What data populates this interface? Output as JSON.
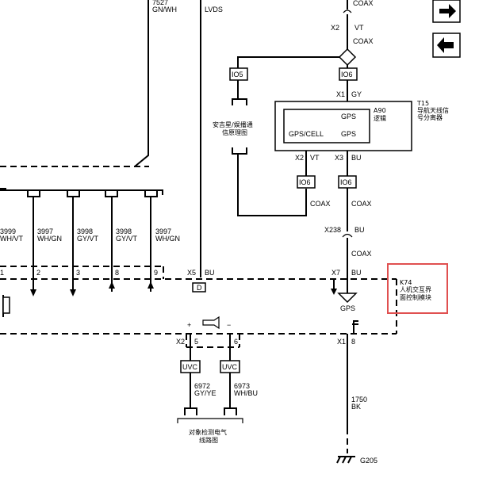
{
  "top_left": {
    "wire_no": "7527",
    "color": "GN/WH"
  },
  "lvds_label": "LVDS",
  "coax": "COAX",
  "vt": "VT",
  "gy": "GY",
  "bu": "BU",
  "io5": "IO5",
  "io6": "IO6",
  "pins": {
    "x2": "X2",
    "x1": "X1",
    "x3": "X3",
    "x5": "X5",
    "x7": "X7",
    "x238": "X238"
  },
  "t15": {
    "id": "T15",
    "name_l1": "导航天线信",
    "name_l2": "号分离器"
  },
  "a90": {
    "id": "A90",
    "name": "逻辑"
  },
  "gps": "GPS",
  "gps_cell": "GPS/CELL",
  "antitheft": {
    "line1": "安吉星/娱播通",
    "line2": "信原理图"
  },
  "wires": [
    {
      "pin": "1",
      "num": "3999",
      "color": "WH/VT"
    },
    {
      "pin": "2",
      "num": "3997",
      "color": "WH/GN"
    },
    {
      "pin": "3",
      "num": "3998",
      "color": "GY/VT"
    },
    {
      "pin": "8",
      "num": "3998",
      "color": "GY/VT"
    },
    {
      "pin": "9",
      "num": "3997",
      "color": "WH/GN"
    }
  ],
  "d_label": "D",
  "k74": {
    "id": "K74",
    "line1": "人机交互界",
    "line2": "面控制模块"
  },
  "uvc": "UVC",
  "plus": "+",
  "minus": "−",
  "pin5": "5",
  "pin6": "6",
  "pin8": "8",
  "w6972": {
    "num": "6972",
    "color": "GY/YE"
  },
  "w6973": {
    "num": "6973",
    "color": "WH/BU"
  },
  "obj_detect": {
    "line1": "对象检测电气",
    "line2": "线路图"
  },
  "w1750": {
    "num": "1750",
    "color": "BK"
  },
  "ground": "G205",
  "highlight_color": "#e05050"
}
